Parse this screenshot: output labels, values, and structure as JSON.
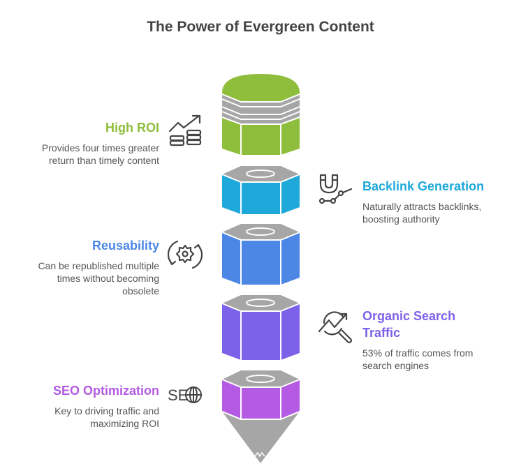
{
  "title": "The Power of Evergreen Content",
  "colors": {
    "green": "#8FBE3C",
    "cyan": "#1EA9DA",
    "blue": "#4C87E5",
    "violet": "#7C62E8",
    "purple": "#B45AE3",
    "grey": "#A6A6A6",
    "icon": "#444444"
  },
  "items": [
    {
      "heading": "High ROI",
      "description_lines": [
        "Provides four times greater",
        "return than timely content"
      ],
      "icon": "growth-coins-icon",
      "side": "left",
      "color": "#8FBE3C"
    },
    {
      "heading": "Backlink Generation",
      "description_lines": [
        "Naturally attracts backlinks,",
        "boosting authority"
      ],
      "icon": "magnet-link-icon",
      "side": "right",
      "color": "#1EA9DA"
    },
    {
      "heading": "Reusability",
      "description_lines": [
        "Can be republished multiple",
        "times without becoming",
        "obsolete"
      ],
      "icon": "gear-cycle-icon",
      "side": "left",
      "color": "#4C87E5"
    },
    {
      "heading_lines": [
        "Organic Search",
        "Traffic"
      ],
      "description_lines": [
        "53% of traffic comes from",
        "search engines"
      ],
      "icon": "search-trend-icon",
      "side": "right",
      "color": "#7C62E8"
    },
    {
      "heading": "SEO Optimization",
      "description_lines": [
        "Key to driving traffic and",
        "maximizing ROI"
      ],
      "icon": "seo-globe-icon",
      "side": "left",
      "color": "#B45AE3"
    }
  ],
  "icon_text": {
    "seo": "SE"
  }
}
